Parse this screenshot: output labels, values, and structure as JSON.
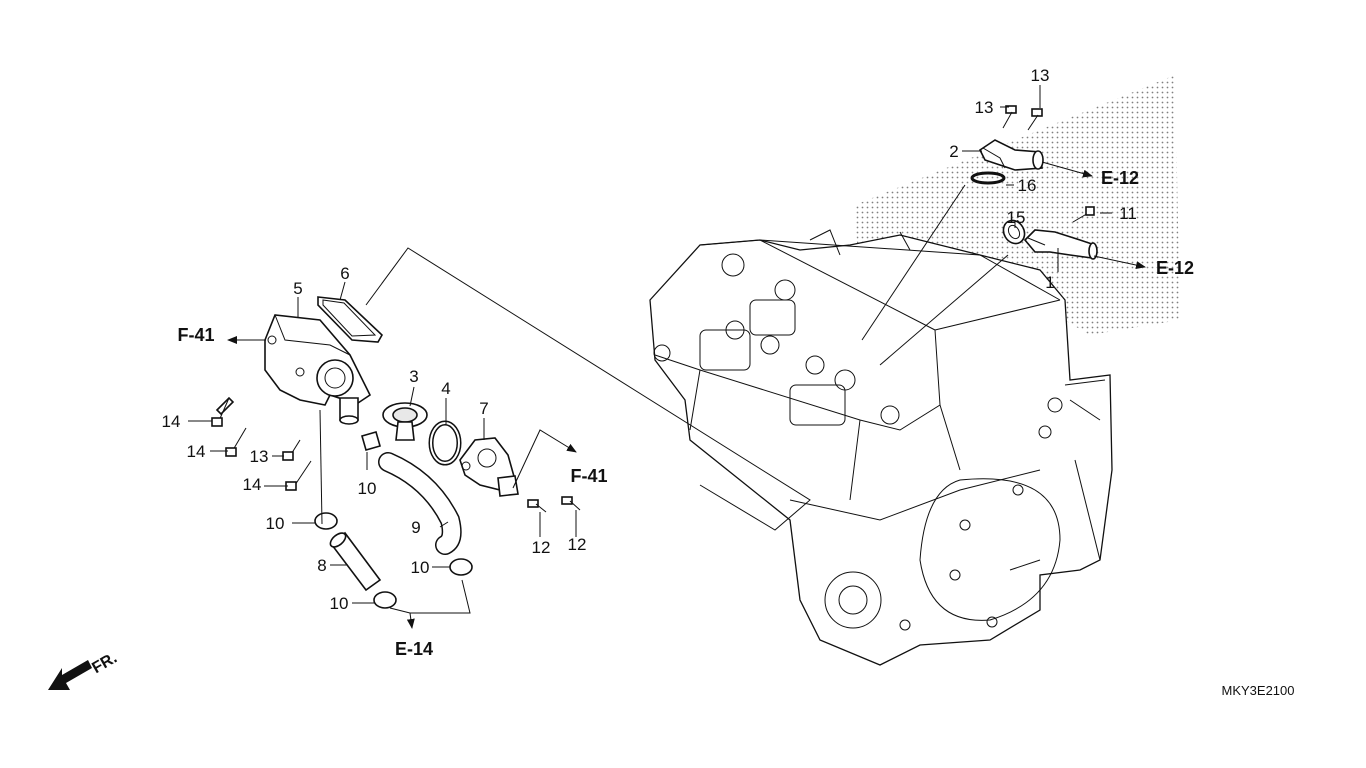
{
  "diagram": {
    "code": "MKY3E2100",
    "front_label": "FR.",
    "part_labels": {
      "p1": "1",
      "p2": "2",
      "p3": "3",
      "p4": "4",
      "p5": "5",
      "p6": "6",
      "p7": "7",
      "p8": "8",
      "p9": "9",
      "p10a": "10",
      "p10b": "10",
      "p10c": "10",
      "p10d": "10",
      "p11": "11",
      "p12a": "12",
      "p12b": "12",
      "p13a": "13",
      "p13b": "13",
      "p13c": "13",
      "p14a": "14",
      "p14b": "14",
      "p14c": "14",
      "p15": "15",
      "p16": "16"
    },
    "section_refs": {
      "e12a": "E-12",
      "e12b": "E-12",
      "e14": "E-14",
      "f41a": "F-41",
      "f41b": "F-41"
    }
  }
}
